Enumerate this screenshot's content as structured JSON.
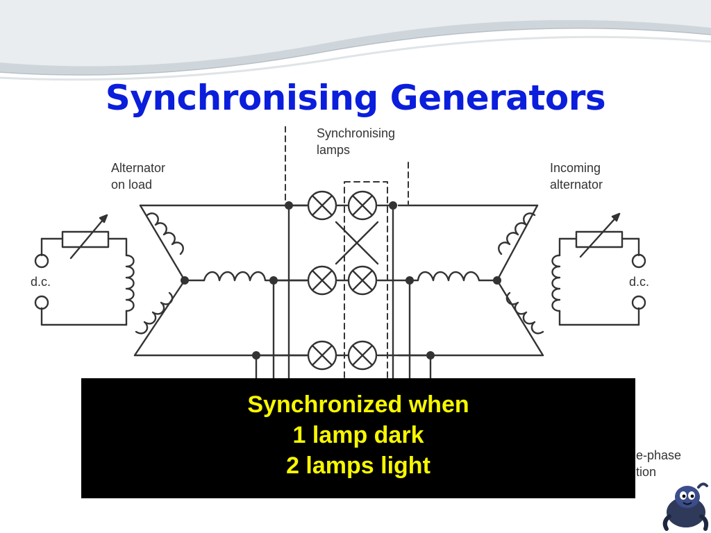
{
  "slide": {
    "title": "Synchronising Generators"
  },
  "diagram": {
    "labels": {
      "lamps_line1": "Synchronising",
      "lamps_line2": "lamps",
      "left_alt_line1": "Alternator",
      "left_alt_line2": "on load",
      "right_alt_line1": "Incoming",
      "right_alt_line2": "alternator",
      "dc_left": "d.c.",
      "dc_right": "d.c.",
      "partial_line1": "e-phase",
      "partial_line2": "tion"
    }
  },
  "callout": {
    "line1": "Synchronized when",
    "line2": "1 lamp dark",
    "line3": "2 lamps light"
  },
  "colors": {
    "title": "#0a1edc",
    "callout_bg": "#000000",
    "callout_text": "#f7f700",
    "diagram_line": "#333333"
  }
}
